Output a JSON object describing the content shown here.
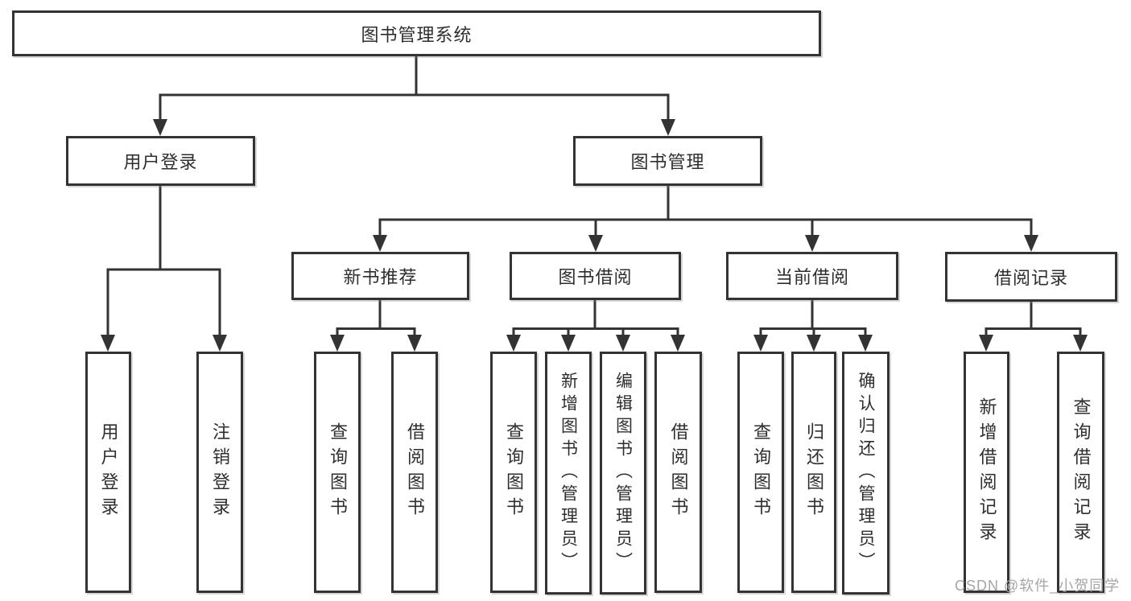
{
  "diagram": {
    "root": {
      "label": "图书管理系统"
    },
    "level2": {
      "user_login": {
        "label": "用户登录"
      },
      "book_management": {
        "label": "图书管理"
      }
    },
    "level3": {
      "new_book_recommend": {
        "label": "新书推荐"
      },
      "book_borrow": {
        "label": "图书借阅"
      },
      "current_borrow": {
        "label": "当前借阅"
      },
      "borrow_record": {
        "label": "借阅记录"
      }
    },
    "leaves": {
      "user_login": [
        "用户登录",
        "注销登录"
      ],
      "new_book_recommend": [
        "查询图书",
        "借阅图书"
      ],
      "book_borrow": [
        "查询图书",
        "新增图书（管理员）",
        "编辑图书（管理员）",
        "借阅图书"
      ],
      "current_borrow": [
        "查询图书",
        "归还图书",
        "确认归还（管理员）"
      ],
      "borrow_record": [
        "新增借阅记录",
        "查询借阅记录"
      ]
    },
    "watermark": "CSDN @软件_小贺同学",
    "colors": {
      "line": "#333333",
      "text": "#2e2e2e",
      "watermark": "#a6a6a6",
      "background": "#ffffff"
    }
  }
}
